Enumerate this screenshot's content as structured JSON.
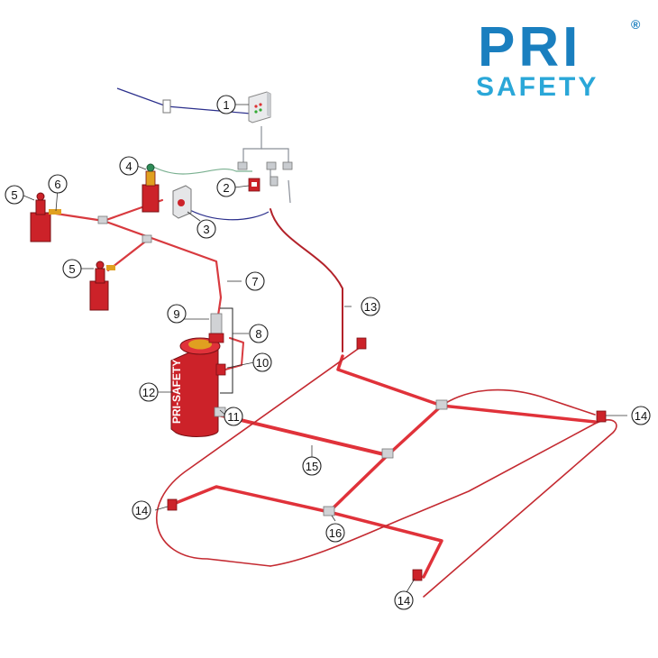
{
  "logo": {
    "brand": "PRI",
    "tagline": "SAFETY",
    "registered": "®",
    "color_primary": "#1a7fbf",
    "color_secondary": "#2aa7d8"
  },
  "cylinder_label": "PRI-SAFETY",
  "colors": {
    "pipe_red": "#e0323a",
    "pipe_dark": "#b3222a",
    "wire": "#2b2f8c",
    "equipment_red": "#cc2229",
    "valve_yellow": "#e0a020",
    "grey": "#b9bcc0"
  },
  "callouts": [
    {
      "id": "c1",
      "label": "1"
    },
    {
      "id": "c2",
      "label": "2"
    },
    {
      "id": "c3",
      "label": "3"
    },
    {
      "id": "c4",
      "label": "4"
    },
    {
      "id": "c5a",
      "label": "5"
    },
    {
      "id": "c5b",
      "label": "5"
    },
    {
      "id": "c6",
      "label": "6"
    },
    {
      "id": "c7",
      "label": "7"
    },
    {
      "id": "c8",
      "label": "8"
    },
    {
      "id": "c9",
      "label": "9"
    },
    {
      "id": "c10",
      "label": "10"
    },
    {
      "id": "c11",
      "label": "11"
    },
    {
      "id": "c12",
      "label": "12"
    },
    {
      "id": "c13",
      "label": "13"
    },
    {
      "id": "c14a",
      "label": "14"
    },
    {
      "id": "c14b",
      "label": "14"
    },
    {
      "id": "c14c",
      "label": "14"
    },
    {
      "id": "c15",
      "label": "15"
    },
    {
      "id": "c16",
      "label": "16"
    }
  ]
}
